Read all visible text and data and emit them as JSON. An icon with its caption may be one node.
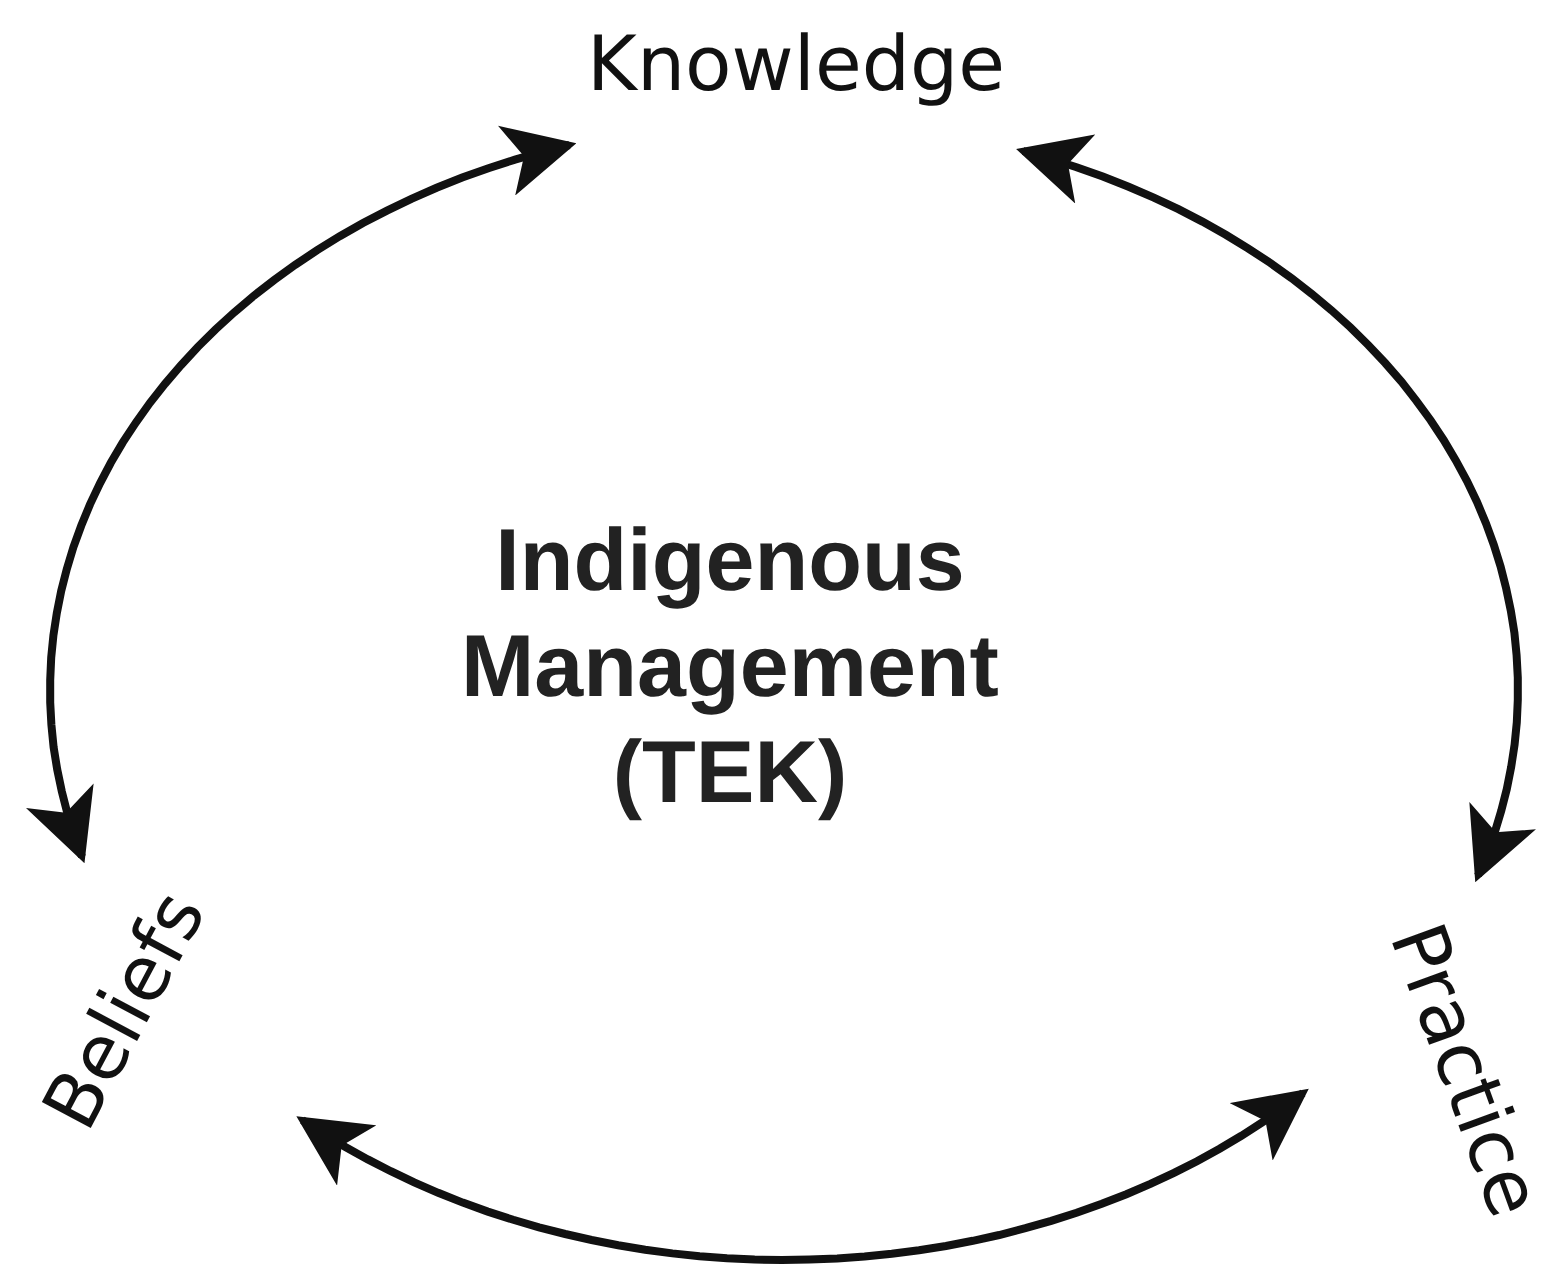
{
  "diagram": {
    "nodes": [
      {
        "text": [
          "Knowledge"
        ]
      },
      {
        "text": [
          "Practice"
        ]
      },
      {
        "text": [
          "Beliefs"
        ]
      }
    ],
    "edges": [
      {
        "from": 0,
        "to": 1,
        "arrow": "both"
      },
      {
        "from": 1,
        "to": 2,
        "arrow": "both"
      },
      {
        "from": 2,
        "to": 0,
        "arrow": "both"
      }
    ],
    "labels": [
      "Indigenous Management (TEK)"
    ]
  }
}
